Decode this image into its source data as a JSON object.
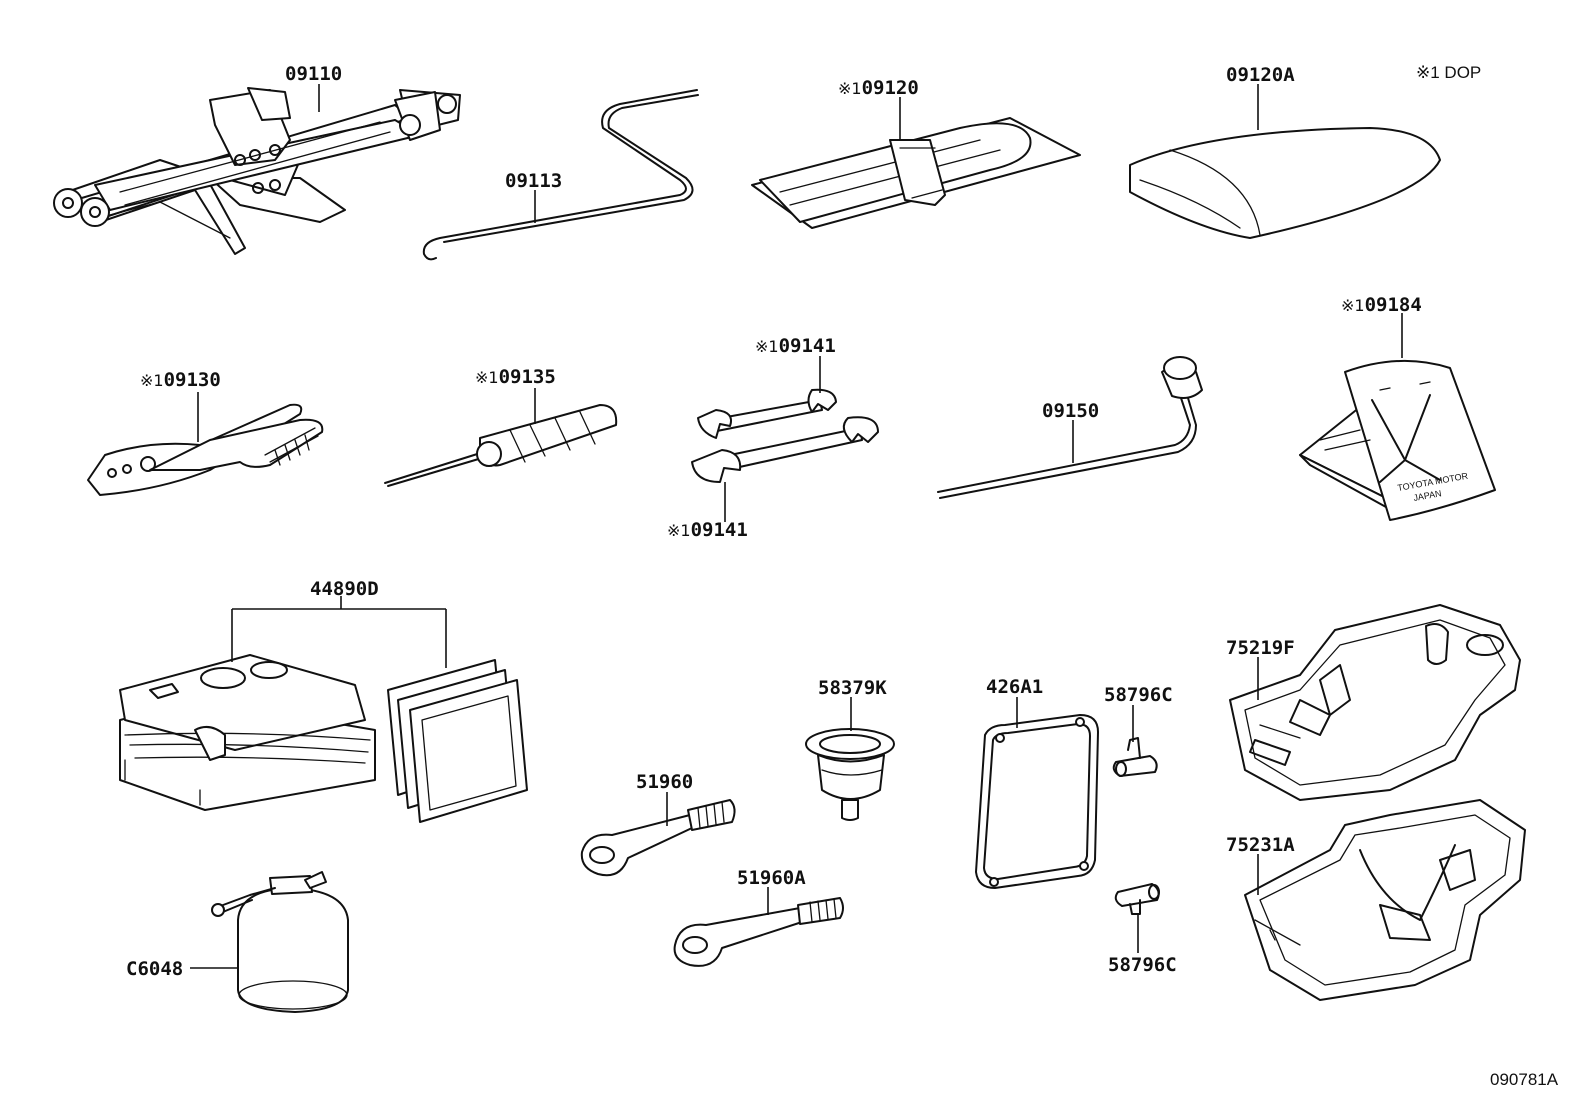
{
  "diagram": {
    "footer_code": "090781A",
    "note": "※1 DOP",
    "plate_text": [
      "TOYOTA MOTOR",
      "JAPAN"
    ],
    "parts": [
      {
        "id": "jack",
        "mark": "",
        "code": "09110"
      },
      {
        "id": "jack-handle",
        "mark": "",
        "code": "09113"
      },
      {
        "id": "tool-bag",
        "mark": "※1",
        "code": "09120"
      },
      {
        "id": "tool-bag-cover",
        "mark": "",
        "code": "09120A"
      },
      {
        "id": "pliers",
        "mark": "※1",
        "code": "09130"
      },
      {
        "id": "screwdriver",
        "mark": "※1",
        "code": "09135"
      },
      {
        "id": "wrench-top",
        "mark": "※1",
        "code": "09141"
      },
      {
        "id": "wrench-bottom",
        "mark": "※1",
        "code": "09141"
      },
      {
        "id": "lug-wrench",
        "mark": "",
        "code": "09150"
      },
      {
        "id": "warning-triangle",
        "mark": "※1",
        "code": "09184"
      },
      {
        "id": "repair-kit",
        "mark": "",
        "code": "44890D"
      },
      {
        "id": "sealant-bottle",
        "mark": "",
        "code": "C6048"
      },
      {
        "id": "towing-eye",
        "mark": "",
        "code": "51960"
      },
      {
        "id": "towing-eye-a",
        "mark": "",
        "code": "51960A"
      },
      {
        "id": "plug",
        "mark": "",
        "code": "58379K"
      },
      {
        "id": "seal-ring",
        "mark": "",
        "code": "426A1"
      },
      {
        "id": "clip-top",
        "mark": "",
        "code": "58796C"
      },
      {
        "id": "clip-bottom",
        "mark": "",
        "code": "58796C"
      },
      {
        "id": "tray-upper",
        "mark": "",
        "code": "75219F"
      },
      {
        "id": "tray-lower",
        "mark": "",
        "code": "75231A"
      }
    ]
  }
}
